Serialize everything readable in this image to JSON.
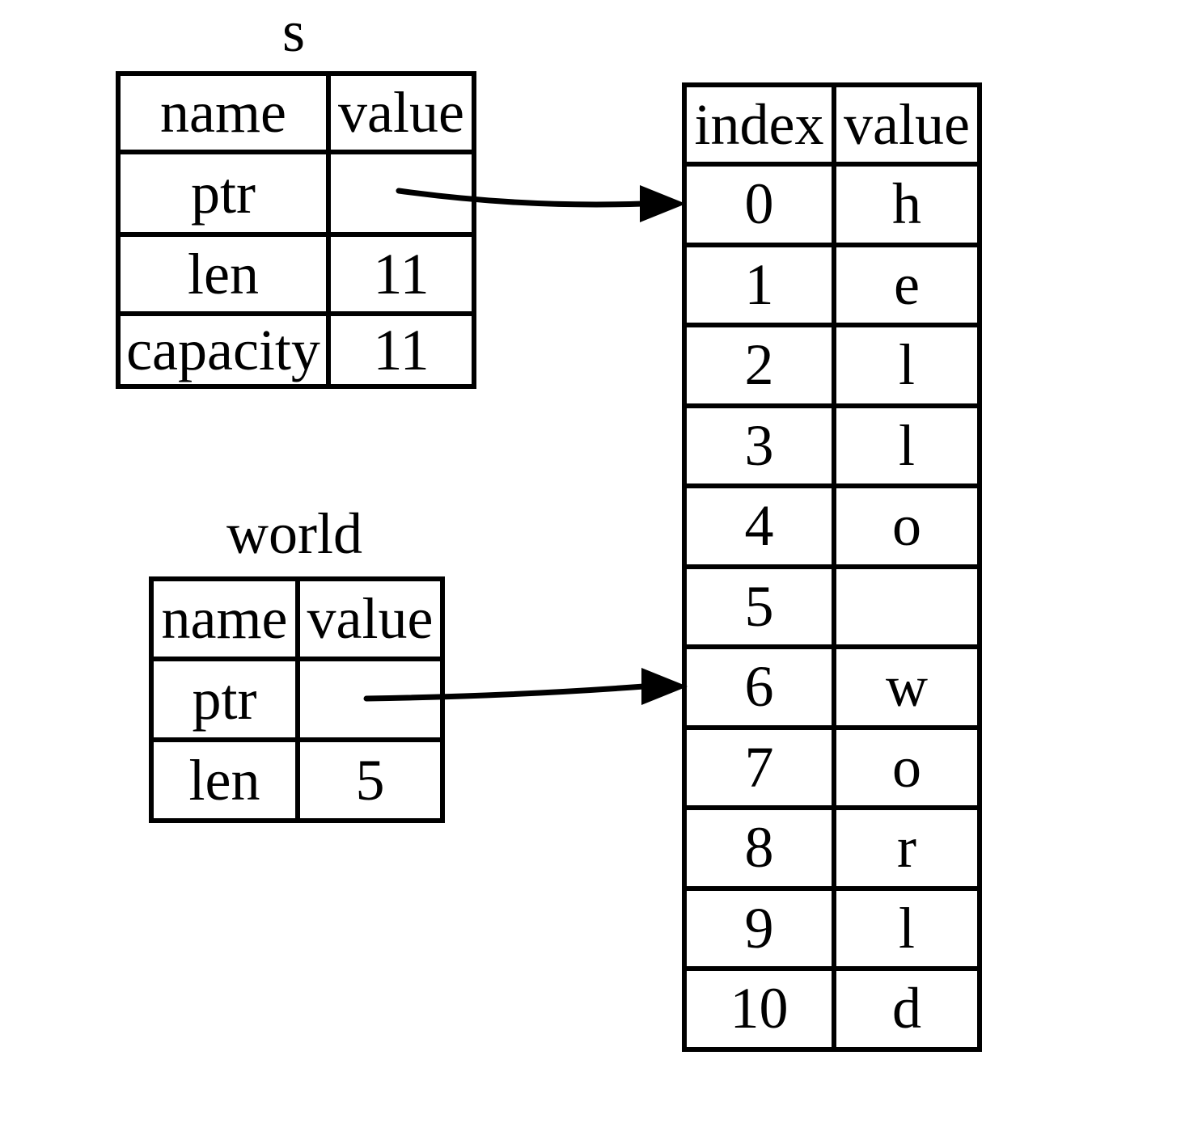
{
  "s_struct": {
    "title": "s",
    "headers": {
      "name": "name",
      "value": "value"
    },
    "rows": [
      {
        "name": "ptr",
        "value": ""
      },
      {
        "name": "len",
        "value": "11"
      },
      {
        "name": "capacity",
        "value": "11"
      }
    ]
  },
  "world_struct": {
    "title": "world",
    "headers": {
      "name": "name",
      "value": "value"
    },
    "rows": [
      {
        "name": "ptr",
        "value": ""
      },
      {
        "name": "len",
        "value": "5"
      }
    ]
  },
  "memory": {
    "headers": {
      "index": "index",
      "value": "value"
    },
    "rows": [
      {
        "index": "0",
        "value": "h"
      },
      {
        "index": "1",
        "value": "e"
      },
      {
        "index": "2",
        "value": "l"
      },
      {
        "index": "3",
        "value": "l"
      },
      {
        "index": "4",
        "value": "o"
      },
      {
        "index": "5",
        "value": ""
      },
      {
        "index": "6",
        "value": "w"
      },
      {
        "index": "7",
        "value": "o"
      },
      {
        "index": "8",
        "value": "r"
      },
      {
        "index": "9",
        "value": "l"
      },
      {
        "index": "10",
        "value": "d"
      }
    ]
  },
  "arrows": [
    {
      "from": "s.ptr",
      "to": "memory.index.0"
    },
    {
      "from": "world.ptr",
      "to": "memory.index.6"
    }
  ],
  "colors": {
    "line": "#000000",
    "background": "#ffffff",
    "text": "#000000"
  }
}
